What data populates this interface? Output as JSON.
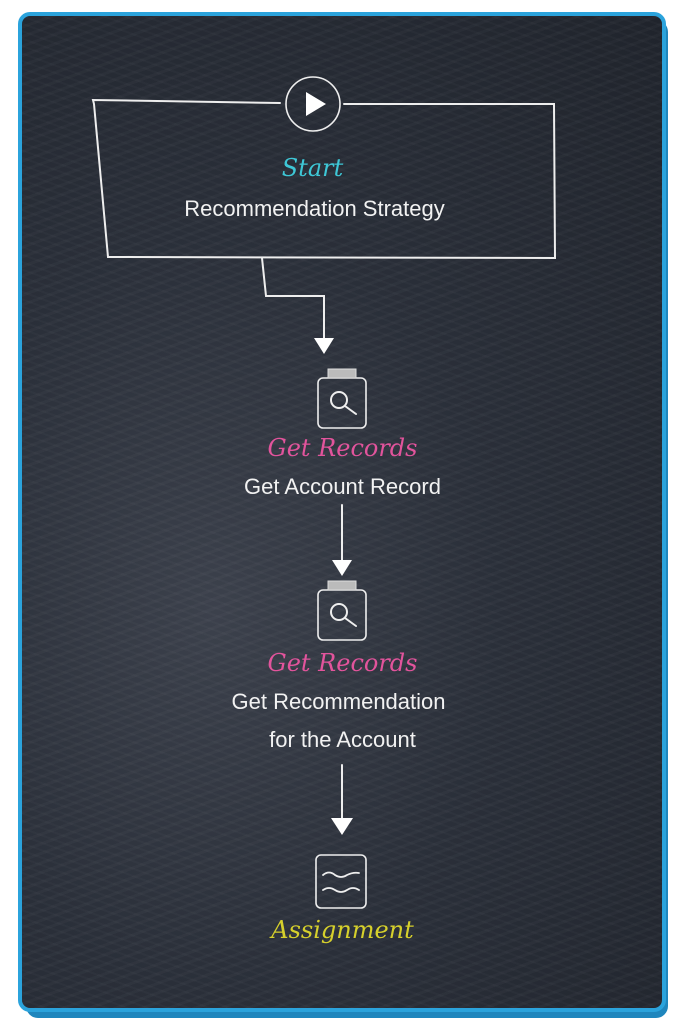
{
  "nodes": [
    {
      "type_label": "Start",
      "name": "Recommendation Strategy",
      "icon": "play-icon",
      "color": "#3ec7d6"
    },
    {
      "type_label": "Get Records",
      "name": "Get Account Record",
      "icon": "search-icon",
      "color": "#e2549c"
    },
    {
      "type_label": "Get Records",
      "name_line1": "Get Recommendation",
      "name_line2": "for the Account",
      "icon": "search-icon",
      "color": "#e2549c"
    },
    {
      "type_label": "Assignment",
      "icon": "assignment-icon",
      "color": "#d6d02c"
    }
  ]
}
